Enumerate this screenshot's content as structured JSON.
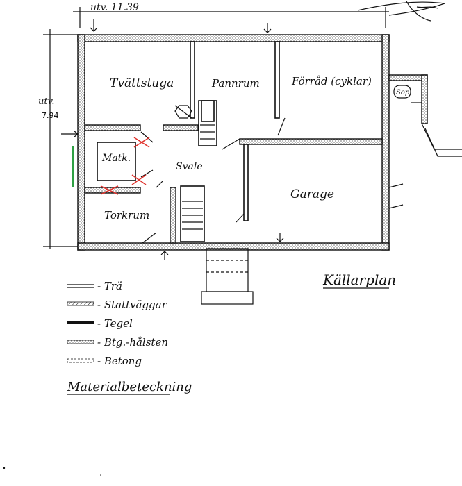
{
  "dimensions": {
    "top": "utv. 11.39",
    "left_label": "utv.",
    "left_value": "7.94"
  },
  "rooms": {
    "tvattstuga": "Tvättstuga",
    "pannrum": "Pannrum",
    "forrad": "Förråd (cyklar)",
    "matk": "Matk.",
    "svale": "Svale",
    "torkrum": "Torkrum",
    "garage": "Garage",
    "sop": "Sop."
  },
  "plan_title": "Källarplan",
  "legend": {
    "items": [
      {
        "symbol": "double-line",
        "label": "- Trä"
      },
      {
        "symbol": "hatched-line",
        "label": "- Stattväggar"
      },
      {
        "symbol": "solid-bar",
        "label": "- Tegel"
      },
      {
        "symbol": "dotted-bar",
        "label": "- Btg.-hålsten"
      },
      {
        "symbol": "dashed-bar",
        "label": "- Betong"
      }
    ],
    "title": "Materialbeteckning"
  },
  "colors": {
    "ink": "#111111",
    "mark_red": "#e0322c",
    "mark_green": "#2ea043"
  }
}
